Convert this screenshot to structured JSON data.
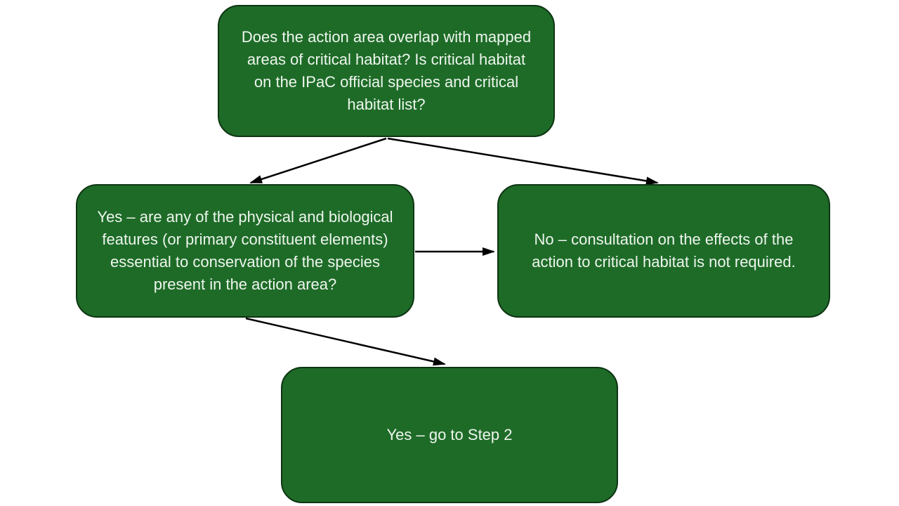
{
  "diagram": {
    "type": "flowchart",
    "colors": {
      "node_fill": "#1e6b28",
      "node_border": "#0d3512",
      "node_text": "#eef6ee",
      "arrow": "#000000",
      "canvas_bg": "#ffffff"
    },
    "nodes": [
      {
        "id": "start",
        "label": "Does the action area overlap with mapped areas of critical habitat? Is critical habitat on the IPaC official species and critical habitat list?"
      },
      {
        "id": "yes-branch",
        "label": "Yes – are any of the physical and biological features (or primary constituent elements) essential to conservation of the species present in the action area?"
      },
      {
        "id": "no-branch",
        "label": "No – consultation on the effects of the action to critical habitat is not required."
      },
      {
        "id": "yes-step2",
        "label": "Yes – go to Step 2"
      }
    ],
    "edges": [
      {
        "from": "start",
        "to": "yes-branch"
      },
      {
        "from": "start",
        "to": "no-branch"
      },
      {
        "from": "yes-branch",
        "to": "no-branch"
      },
      {
        "from": "yes-branch",
        "to": "yes-step2"
      }
    ]
  }
}
